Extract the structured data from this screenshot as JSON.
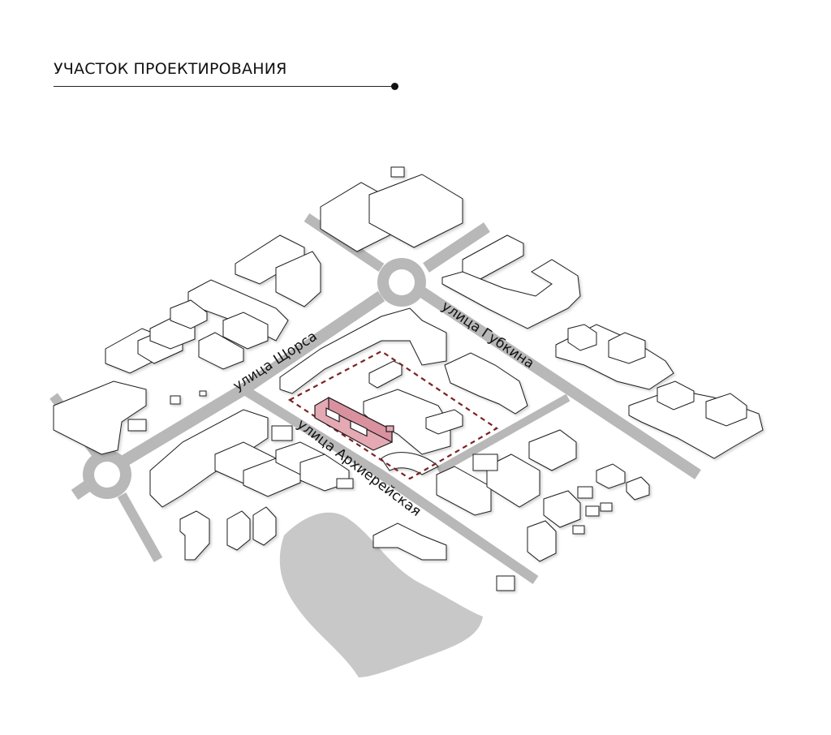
{
  "header": {
    "title": "УЧАСТОК ПРОЕКТИРОВАНИЯ"
  },
  "streets": {
    "shchorsa": "улица Щорса",
    "gubkina": "улица Губкина",
    "arkhiereyskaya": "улица Архиерейская"
  },
  "colors": {
    "road": "#b8b8b8",
    "water": "#c8c8c8",
    "building_face": "#ffffff",
    "building_stroke": "#1a1a1a",
    "site_boundary": "#7a2323",
    "project_building": "#e5a9b4"
  },
  "legend": {
    "site_boundary": "site-boundary-dashed",
    "project_building": "project-building-highlight"
  }
}
